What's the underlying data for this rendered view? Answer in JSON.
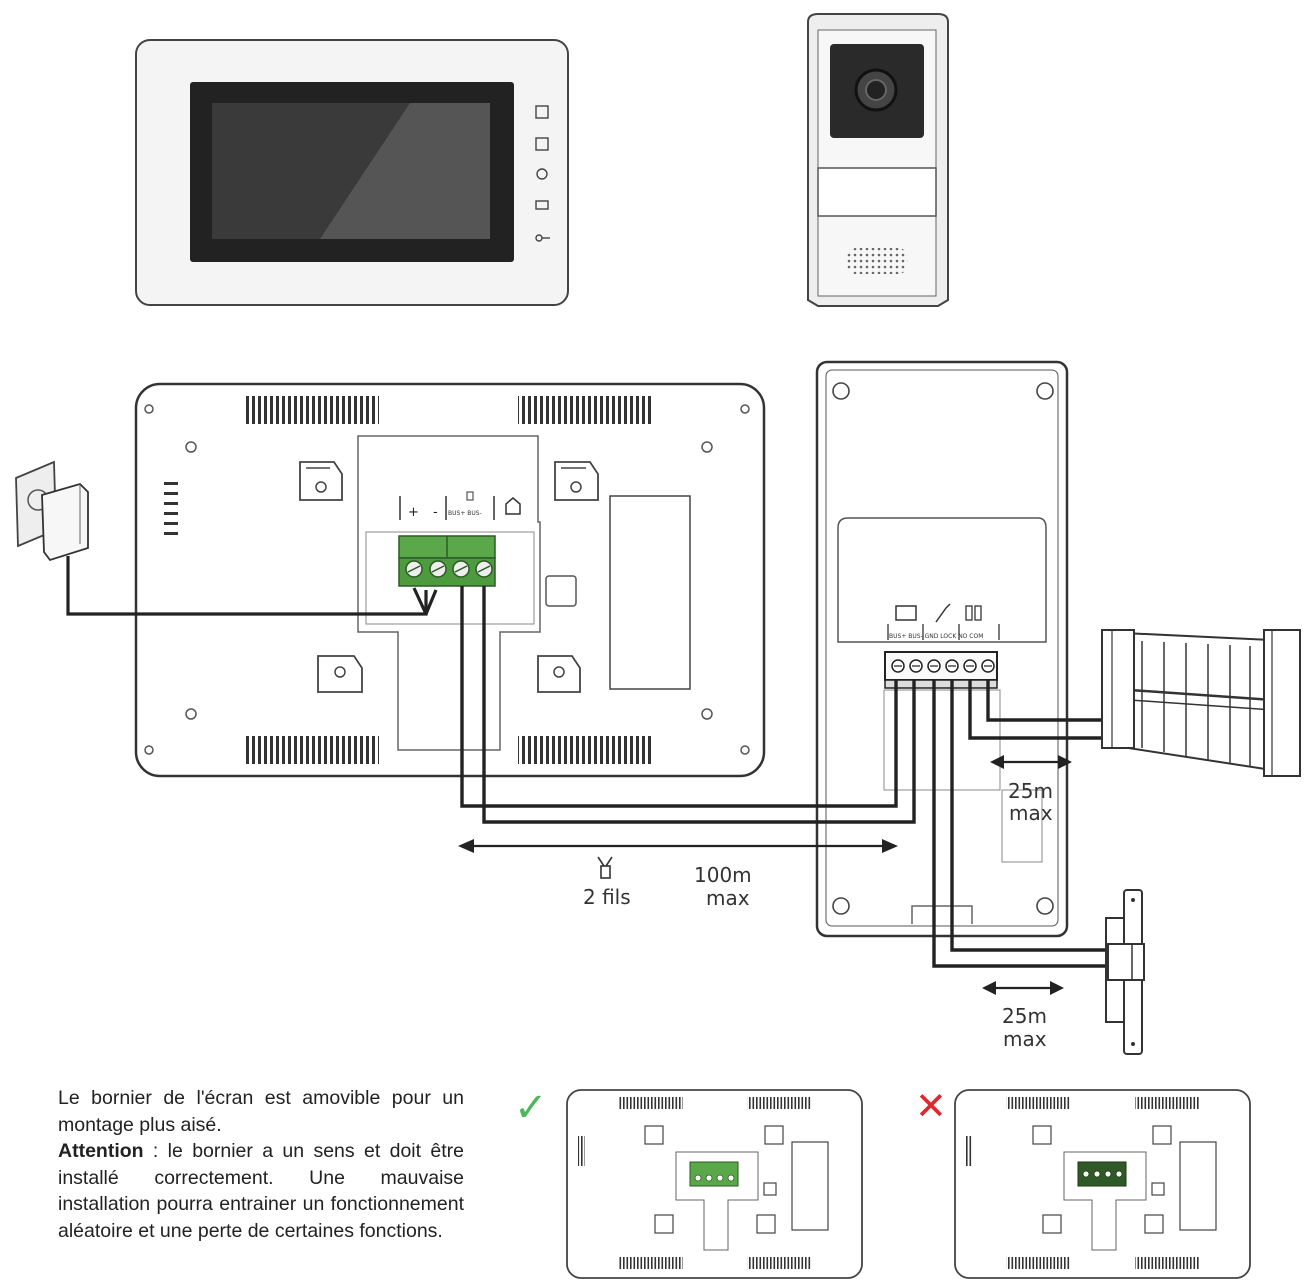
{
  "monitor_terminals": {
    "plus": "+",
    "minus": "-",
    "bus": "BUS+ BUS-"
  },
  "camera_terminals": "BUS+ BUS- GND LOCK NO COM",
  "bus_link": {
    "wires": "2 fils",
    "distance": "100m",
    "unit": "max"
  },
  "gate_link": {
    "distance": "25m",
    "unit": "max"
  },
  "lock_link": {
    "distance": "25m",
    "unit": "max"
  },
  "note": {
    "intro": "Le bornier de l'écran est amovible pour un montage plus aisé.",
    "warning_label": "Attention",
    "warning_text": " : le bornier a un sens et doit être installé correctement. Une mauvaise installation pourra entrainer un fonctionnement aléatoire et une perte de certaines fonctions."
  },
  "marks": {
    "correct": "✓",
    "wrong": "✕"
  },
  "colors": {
    "terminal_green": "#5aa84a",
    "check_green": "#4cb85c",
    "cross_red": "#e0282b",
    "screen_dark": "#222222"
  }
}
